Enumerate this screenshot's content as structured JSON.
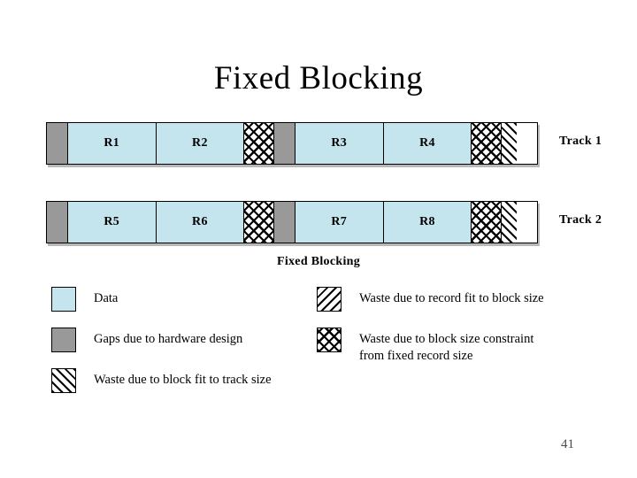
{
  "slide": {
    "title": "Fixed Blocking",
    "caption": "Fixed Blocking",
    "page_number": "41"
  },
  "colors": {
    "data_fill": "#c5e5ee",
    "gap_fill": "#999999",
    "hatch_line": "#000000",
    "background": "#ffffff"
  },
  "tracks": [
    {
      "label": "Track 1",
      "segments": [
        {
          "kind": "gap",
          "pattern": "solid-gray",
          "label": "",
          "width": 4.3
        },
        {
          "kind": "data",
          "pattern": "solid-blue",
          "label": "R1",
          "width": 18.0
        },
        {
          "kind": "data",
          "pattern": "solid-blue",
          "label": "R2",
          "width": 18.0
        },
        {
          "kind": "waste-block-size",
          "pattern": "cross-hatch",
          "label": "",
          "width": 6.1
        },
        {
          "kind": "gap",
          "pattern": "solid-gray",
          "label": "",
          "width": 4.3
        },
        {
          "kind": "data",
          "pattern": "solid-blue",
          "label": "R3",
          "width": 18.0
        },
        {
          "kind": "data",
          "pattern": "solid-blue",
          "label": "R4",
          "width": 18.0
        },
        {
          "kind": "waste-block-size",
          "pattern": "cross-hatch",
          "label": "",
          "width": 6.1
        },
        {
          "kind": "waste-track-fit",
          "pattern": "diagonal-forward",
          "label": "",
          "width": 3.1
        }
      ]
    },
    {
      "label": "Track 2",
      "segments": [
        {
          "kind": "gap",
          "pattern": "solid-gray",
          "label": "",
          "width": 4.3
        },
        {
          "kind": "data",
          "pattern": "solid-blue",
          "label": "R5",
          "width": 18.0
        },
        {
          "kind": "data",
          "pattern": "solid-blue",
          "label": "R6",
          "width": 18.0
        },
        {
          "kind": "waste-block-size",
          "pattern": "cross-hatch",
          "label": "",
          "width": 6.1
        },
        {
          "kind": "gap",
          "pattern": "solid-gray",
          "label": "",
          "width": 4.3
        },
        {
          "kind": "data",
          "pattern": "solid-blue",
          "label": "R7",
          "width": 18.0
        },
        {
          "kind": "data",
          "pattern": "solid-blue",
          "label": "R8",
          "width": 18.0
        },
        {
          "kind": "waste-block-size",
          "pattern": "cross-hatch",
          "label": "",
          "width": 6.1
        },
        {
          "kind": "waste-track-fit",
          "pattern": "diagonal-forward",
          "label": "",
          "width": 3.1
        }
      ]
    }
  ],
  "legend": {
    "left": [
      {
        "pattern": "solid-blue",
        "label": "Data"
      },
      {
        "pattern": "solid-gray",
        "label": "Gaps due to hardware design"
      },
      {
        "pattern": "diagonal-forward",
        "label": "Waste due to block fit to track size"
      }
    ],
    "right": [
      {
        "pattern": "diagonal-back",
        "label": "Waste due to record fit to block size"
      },
      {
        "pattern": "cross-hatch",
        "label": "Waste due to block size constraint\nfrom fixed record size"
      }
    ]
  }
}
